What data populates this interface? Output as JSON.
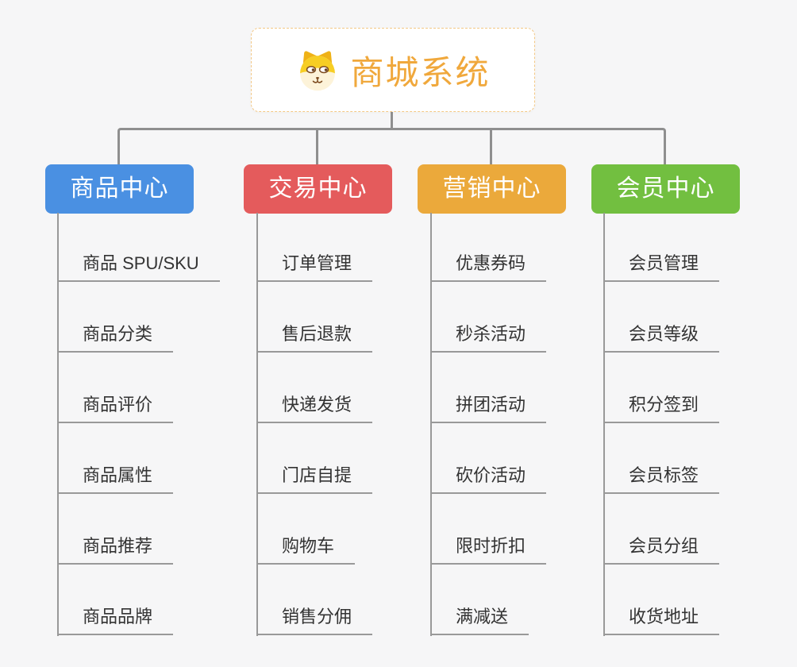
{
  "root": {
    "title": "商城系统",
    "icon": "dog-face-icon"
  },
  "branches": [
    {
      "label": "商品中心",
      "color": "#4a90e2",
      "items": [
        "商品 SPU/SKU",
        "商品分类",
        "商品评价",
        "商品属性",
        "商品推荐",
        "商品品牌"
      ]
    },
    {
      "label": "交易中心",
      "color": "#e45b5c",
      "items": [
        "订单管理",
        "售后退款",
        "快递发货",
        "门店自提",
        "购物车",
        "销售分佣"
      ]
    },
    {
      "label": "营销中心",
      "color": "#eba93b",
      "items": [
        "优惠券码",
        "秒杀活动",
        "拼团活动",
        "砍价活动",
        "限时折扣",
        "满减送"
      ]
    },
    {
      "label": "会员中心",
      "color": "#72bf40",
      "items": [
        "会员管理",
        "会员等级",
        "积分签到",
        "会员标签",
        "会员分组",
        "收货地址"
      ]
    }
  ],
  "colors": {
    "background": "#f6f6f7",
    "connector": "#8f8f8f",
    "leaf_line": "#999999",
    "leaf_text": "#333333",
    "root_accent": "#f0a83c",
    "root_border": "#f3c886"
  }
}
